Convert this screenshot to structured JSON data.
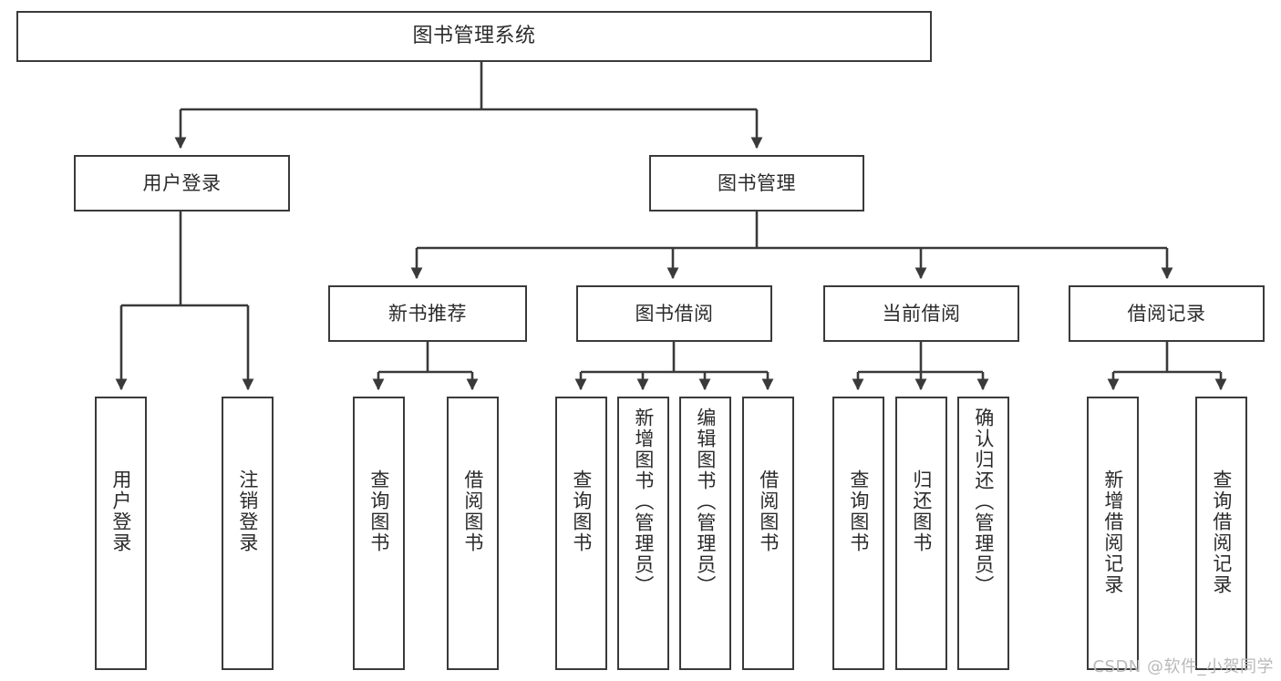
{
  "diagram": {
    "title": "图书管理系统",
    "type": "tree",
    "watermark": "CSDN @软件_小贺同学",
    "stroke_color": "#3a3a3a",
    "text_color": "#2b2b2b",
    "background_color": "#ffffff"
  },
  "nodes": {
    "root": {
      "label": "图书管理系统"
    },
    "level2": [
      {
        "label": "用户登录"
      },
      {
        "label": "图书管理"
      }
    ],
    "level3": [
      {
        "label": "新书推荐"
      },
      {
        "label": "图书借阅"
      },
      {
        "label": "当前借阅"
      },
      {
        "label": "借阅记录"
      }
    ],
    "leaves": {
      "user_login": [
        {
          "label": "用户登录"
        },
        {
          "label": "注销登录"
        }
      ],
      "new_book": [
        {
          "label": "查询图书"
        },
        {
          "label": "借阅图书"
        }
      ],
      "book_borrow": [
        {
          "label": "查询图书"
        },
        {
          "label": "新增图书（管理员）"
        },
        {
          "label": "编辑图书（管理员）"
        },
        {
          "label": "借阅图书"
        }
      ],
      "current_borrow": [
        {
          "label": "查询图书"
        },
        {
          "label": "归还图书"
        },
        {
          "label": "确认归还（管理员）"
        }
      ],
      "borrow_record": [
        {
          "label": "新增借阅记录"
        },
        {
          "label": "查询借阅记录"
        }
      ]
    }
  }
}
